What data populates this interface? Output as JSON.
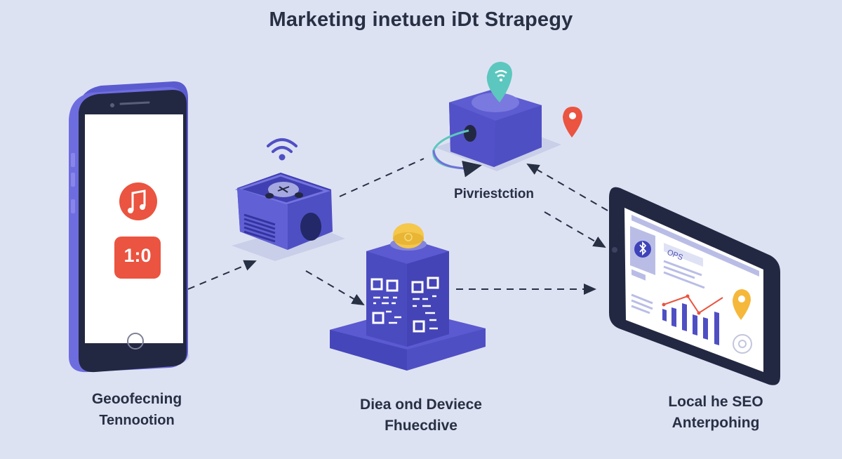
{
  "title": "Marketing inetuen iDt Strapegy",
  "colors": {
    "background": "#dde2f3",
    "device_purple": "#4f4fc4",
    "device_purple_light": "#6c6ad8",
    "device_dark": "#232842",
    "accent_red": "#ea5440",
    "accent_yellow": "#f5c74b",
    "accent_teal": "#5cc7be",
    "text": "#283044"
  },
  "nodes": {
    "smartphone": {
      "icons": [
        "music-note-icon",
        "timer-badge"
      ],
      "badge_text": "1:0",
      "label_line1": "Geoofecning",
      "label_line2": "Tennootion"
    },
    "beacon_device": {
      "icons": [
        "wifi-icon",
        "bluetooth-icon",
        "speaker-grille",
        "camera-lens"
      ]
    },
    "hub_device": {
      "icons": [
        "wifi-pin-icon",
        "location-pin-icon",
        "cable-arrow"
      ],
      "label": "Pivriestction"
    },
    "qr_tower": {
      "icons": [
        "coin-icon",
        "qr-code"
      ],
      "label_line1": "Diea ond Deviece",
      "label_line2": "Fhuecdive"
    },
    "tablet": {
      "icons": [
        "bluetooth-icon",
        "bar-chart",
        "location-pin-icon",
        "gear-icon"
      ],
      "screen_text": "OPS",
      "label_line1": "Local he SEO",
      "label_line2": "Anterpohing"
    }
  },
  "connections": [
    {
      "from": "smartphone",
      "to": "beacon_device"
    },
    {
      "from": "beacon_device",
      "to": "hub_device"
    },
    {
      "from": "beacon_device",
      "to": "qr_tower"
    },
    {
      "from": "qr_tower",
      "to": "tablet"
    },
    {
      "from": "tablet",
      "to": "hub_device"
    },
    {
      "from": "hub_device",
      "to": "tablet"
    }
  ]
}
